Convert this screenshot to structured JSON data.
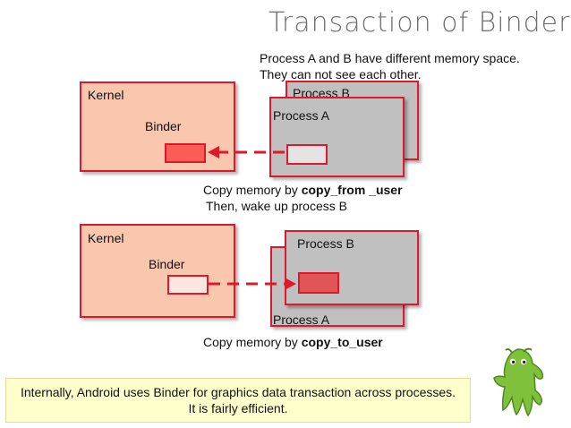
{
  "title": "Transaction of Binder",
  "top_note": {
    "line1": "Process A and B have different memory space.",
    "line2": "They can not see each other."
  },
  "diagram1": {
    "kernel_label": "Kernel",
    "binder_label": "Binder",
    "process_back_label": "Process B",
    "process_front_label": "Process A",
    "caption_prefix": "Copy memory by ",
    "caption_bold": "copy_from _user",
    "caption_line2": "Then, wake up process B"
  },
  "diagram2": {
    "kernel_label": "Kernel",
    "binder_label": "Binder",
    "process_front_label": "Process B",
    "process_back_label": "Process A",
    "caption_prefix": "Copy memory by ",
    "caption_bold": "copy_to_user"
  },
  "banner": {
    "line1": "Internally, Android uses Binder for graphics data transaction across processes.",
    "line2": "It is fairly efficient."
  },
  "colors": {
    "kernel_fill": "#f9c6ae",
    "border_red": "#e0192a",
    "process_fill": "#c0c0c0",
    "banner_fill": "#ffffcc",
    "mascot_green": "#7fc13b"
  },
  "mascot_icon": "android-mascot-icon"
}
